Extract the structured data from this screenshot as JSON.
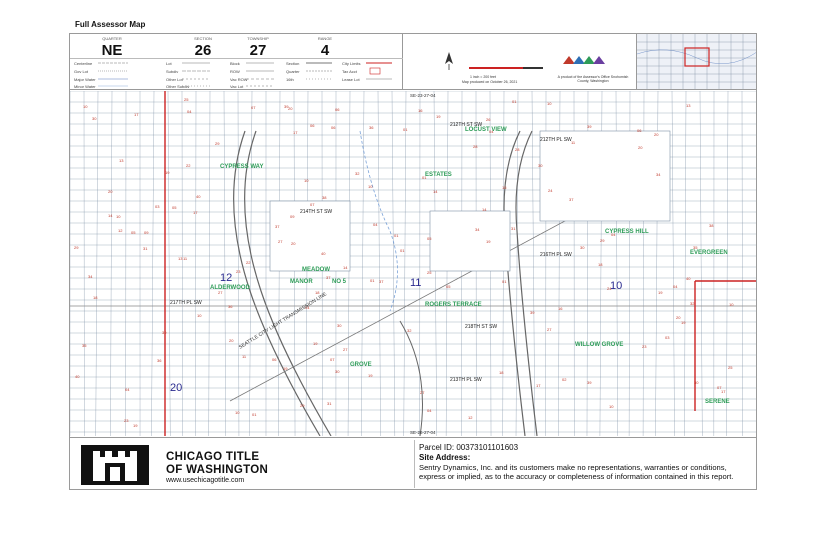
{
  "page_title": "Full Assessor Map",
  "legend": {
    "quarter_label": "QUARTER",
    "quarter_value": "NE",
    "section_label": "SECTION",
    "section_value": "26",
    "township_label": "TOWNSHIP",
    "township_value": "27",
    "range_label": "RANGE",
    "range_value": "4",
    "items": [
      "Centerline",
      "Lot",
      "Block",
      "Section",
      "City Limits",
      "Gov Lot",
      "Subdiv",
      "ROW",
      "Quarter",
      "Tax Acct",
      "Major Water",
      "Other Lot",
      "Vac ROW",
      "16th",
      "Lease Lot",
      "Minor Water",
      "Other Subdiv",
      "Vac Lot"
    ]
  },
  "scale": {
    "text": "1 inch = 200 feet",
    "note": "Map produced on October 26, 2021",
    "agency": "A product of the Assessor's Office Snohomish County, Washington"
  },
  "map": {
    "section_refs": [
      "SE-23-27-04",
      "SE-26-27-04"
    ],
    "section_numbers": [
      "12",
      "11",
      "10",
      "20"
    ],
    "area_names": [
      "ALDERWOOD",
      "MANOR",
      "NO 5",
      "MEADOW",
      "CYPRESS HILL",
      "ROGERS TERRACE",
      "GROVE",
      "WILLOW GROVE",
      "SERENE",
      "LOCUST VIEW",
      "CYPRESS WAY",
      "ESTATES",
      "EVERGREEN",
      "SEATTLE CITY LIGHT TRANSMISSION LINE"
    ],
    "streets": [
      "212TH PL SW",
      "216TH PL SW",
      "218TH ST SW",
      "213TH PL SW",
      "212TH ST SW",
      "217TH PL SW",
      "214TH ST SW"
    ],
    "colors": {
      "parcel_line": "#7d8fa5",
      "lot_number": "#c0392b",
      "subdivision_label": "#2e9c58",
      "city_limit": "#cc2222",
      "section_number": "#2a2a8f"
    }
  },
  "footer": {
    "company_line1": "CHICAGO TITLE",
    "company_line2": "OF WASHINGTON",
    "website": "www.usechicagotitle.com",
    "parcel_id": "Parcel ID: 00373101101603",
    "site_address_label": "Site Address:",
    "disclaimer": "Sentry Dynamics, Inc. and its customers make no representations, warranties or conditions, express or implied, as to the accuracy or completeness of information contained in this report."
  }
}
